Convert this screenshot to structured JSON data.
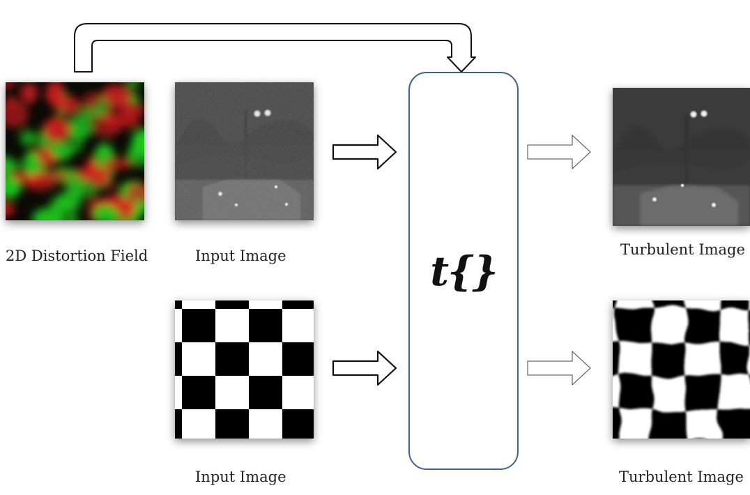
{
  "labels": {
    "field": "2D Distortion Field",
    "input_top": "Input Image",
    "input_bottom": "Input Image",
    "output_top": "Turbulent Image",
    "output_bottom": "Turbulent Image"
  },
  "operator": "t{}",
  "colors": {
    "process_border": "#3f5f9a",
    "field_red": "#d81e1e",
    "field_green": "#1ec81e"
  },
  "icons": [
    "distortion-field-image",
    "night-scene-image",
    "checkerboard-image",
    "arrow-icon"
  ]
}
